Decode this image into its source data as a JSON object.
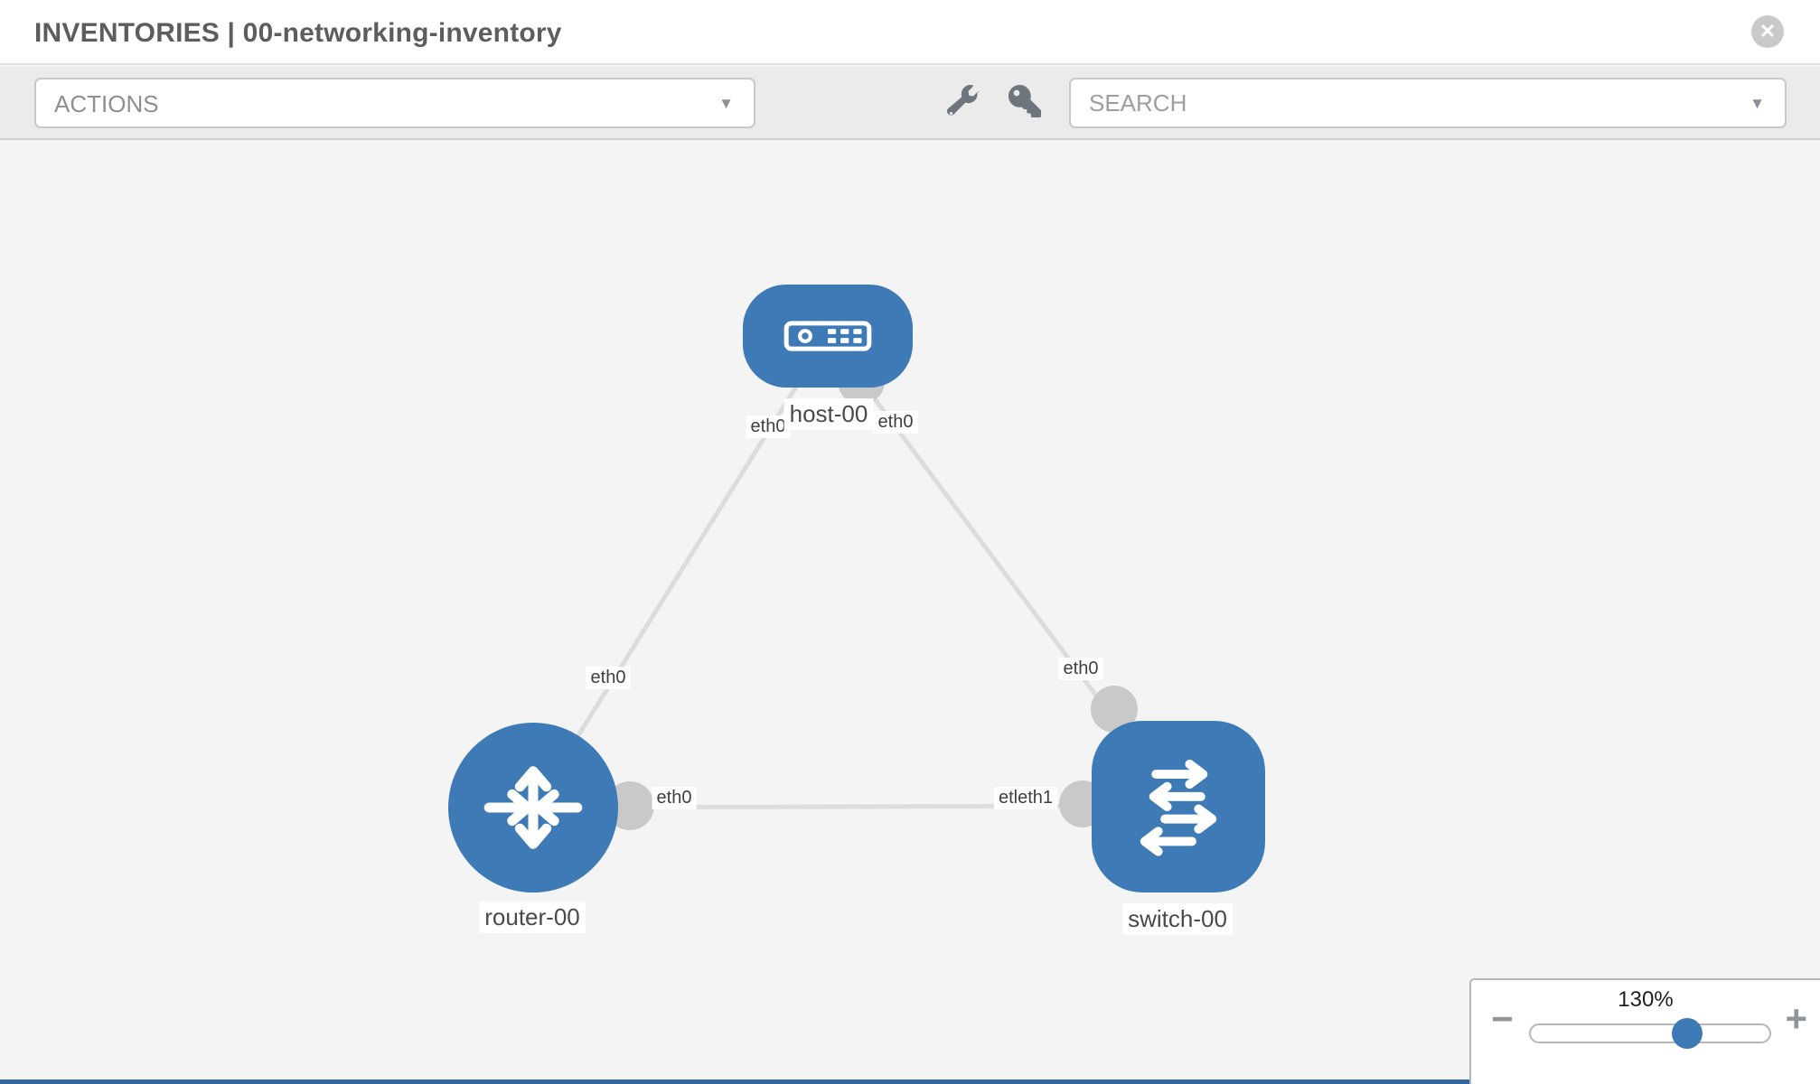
{
  "header": {
    "title": "INVENTORIES | 00-networking-inventory"
  },
  "icons": {
    "close_glyph": "✕",
    "caret_glyph": "▼"
  },
  "toolbar": {
    "actions_label": "ACTIONS",
    "search_placeholder": "SEARCH"
  },
  "topology": {
    "node_labels": {
      "host": "host-00",
      "router": "router-00",
      "switch": "switch-00"
    },
    "interface_labels": {
      "host_left": "eth0",
      "host_right": "eth0",
      "router_upper": "eth0",
      "switch_upper": "eth0",
      "router_right": "eth0",
      "switch_left_overlap": "etleth1"
    }
  },
  "zoom_control": {
    "level": "130%",
    "minus": "−",
    "plus": "+",
    "value_percent": 65
  },
  "colors": {
    "node_blue": "#3e7bb6",
    "link_gray": "#dcdcdc",
    "port_gray": "#c9c9c9",
    "footer_blue": "#31679e"
  }
}
